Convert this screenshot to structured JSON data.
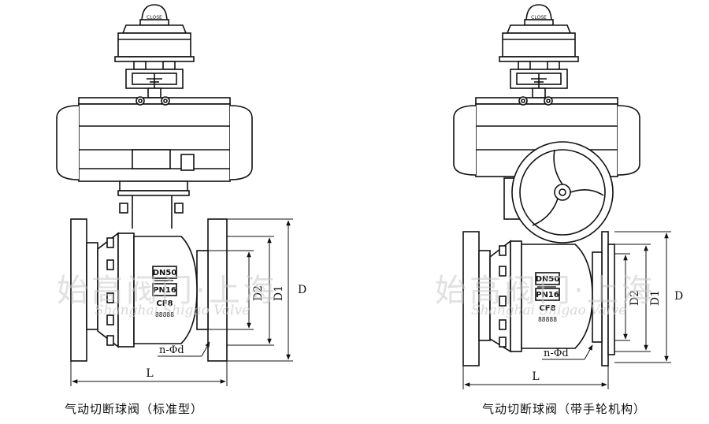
{
  "captions": {
    "standard": "气动切断球阀（标准型）",
    "handwheel": "气动切断球阀（带手轮机构）"
  },
  "switch_box_label": "CLOSE",
  "body_markings": {
    "dn": "DN50",
    "pn": "PN16",
    "material": "CF8",
    "serial": "88888"
  },
  "dimensions": {
    "length": "L",
    "d": "D",
    "d1": "D1",
    "d2": "D2",
    "bolt_holes": "n-Φd"
  },
  "watermark": {
    "chinese": "始高阀门·上海",
    "english": "Shanghai Shigao Valve"
  },
  "colors": {
    "line": "#111111",
    "watermark": "#c8c8c8",
    "background": "#ffffff"
  }
}
